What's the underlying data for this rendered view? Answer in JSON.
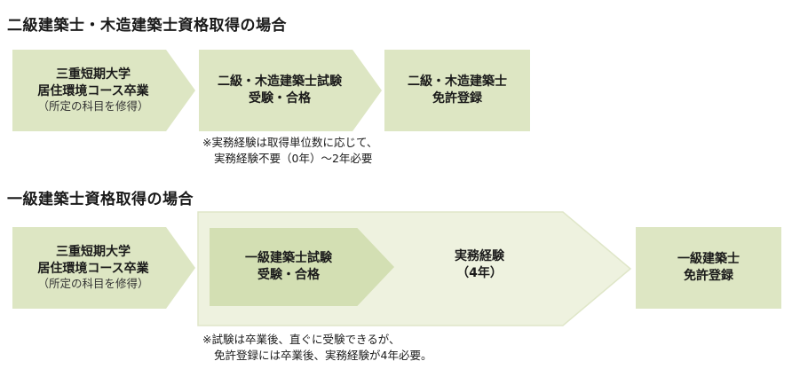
{
  "section1": {
    "title": "二級建築士・木造建築士資格取得の場合",
    "step1": {
      "line1": "三重短期大学",
      "line2": "居住環境コース卒業",
      "sub": "（所定の科目を修得）"
    },
    "step2": {
      "line1": "二級・木造建築士試験",
      "line2": "受験・合格"
    },
    "step3": {
      "line1": "二級・木造建築士",
      "line2": "免許登録"
    },
    "note": {
      "line1": "※実務経験は取得単位数に応じて、",
      "line2": "実務経験不要（0年）～2年必要"
    }
  },
  "section2": {
    "title": "一級建築士資格取得の場合",
    "step1": {
      "line1": "三重短期大学",
      "line2": "居住環境コース卒業",
      "sub": "（所定の科目を修得）"
    },
    "step2": {
      "line1": "一級建築士試験",
      "line2": "受験・合格"
    },
    "experience": {
      "line1": "実務経験",
      "line2": "（4年）"
    },
    "step3": {
      "line1": "一級建築士",
      "line2": "免許登録"
    },
    "note": {
      "line1": "※試験は卒業後、直ぐに受験できるが、",
      "line2": "免許登録には卒業後、実務経験が4年必要。"
    }
  },
  "colors": {
    "box_fill": "#dde6c3",
    "inner_fill": "#d3dfb3",
    "outer_fill": "#eef2df",
    "outer_stroke": "#dfe6c8"
  }
}
